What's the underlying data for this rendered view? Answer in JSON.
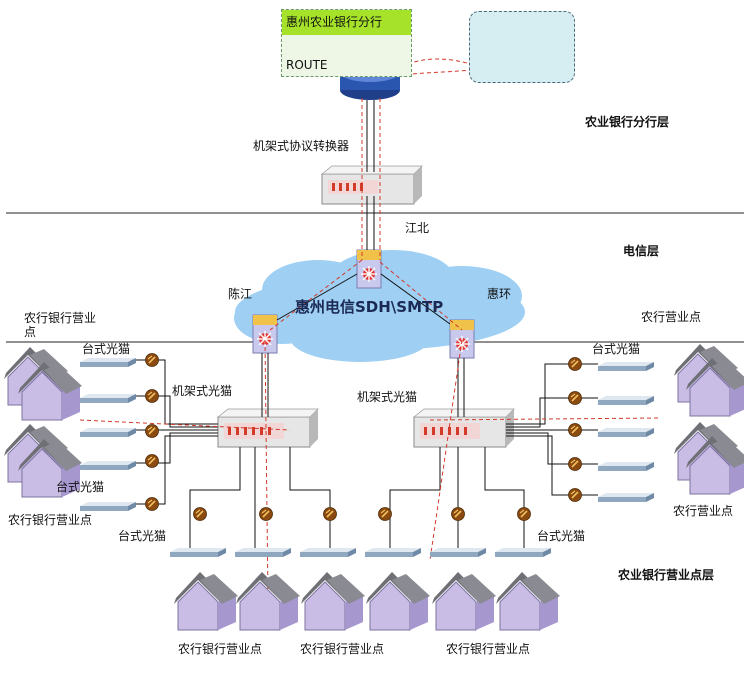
{
  "branch": {
    "title": "惠州农业银行分行",
    "router": "ROUTE"
  },
  "layers": {
    "branch": "农业银行分行层",
    "telecom": "电信层",
    "outlets": "农业银行营业点层"
  },
  "devices": {
    "protocol_converter": "机架式协议转换器",
    "rack_modem_left": "机架式光猫",
    "rack_modem_right": "机架式光猫",
    "desk_modem_left_top": "台式光猫",
    "desk_modem_left_bottom": "台式光猫",
    "desk_modem_right_top": "台式光猫",
    "desk_modem_bottom_left": "台式光猫",
    "desk_modem_bottom_right": "台式光猫"
  },
  "cloud": {
    "label": "惠州电信SDH\\SMTP"
  },
  "nodes": {
    "jiangbei": "江北",
    "chenjiang": "陈江",
    "huihuan": "惠环"
  },
  "sites": {
    "left_top": "农行银行营业点",
    "left_bottom": "农行银行营业点",
    "right_top": "农行营业点",
    "right_bottom": "农行营业点",
    "bottom_1": "农行银行营业点",
    "bottom_2": "农行银行营业点",
    "bottom_3": "农行银行营业点"
  },
  "colors": {
    "cloud": "#9fd0f4",
    "house_body": "#c9bde6",
    "house_roof": "#6f7076",
    "rack": "#e8e8e8",
    "link_red": "#d23a2a"
  }
}
